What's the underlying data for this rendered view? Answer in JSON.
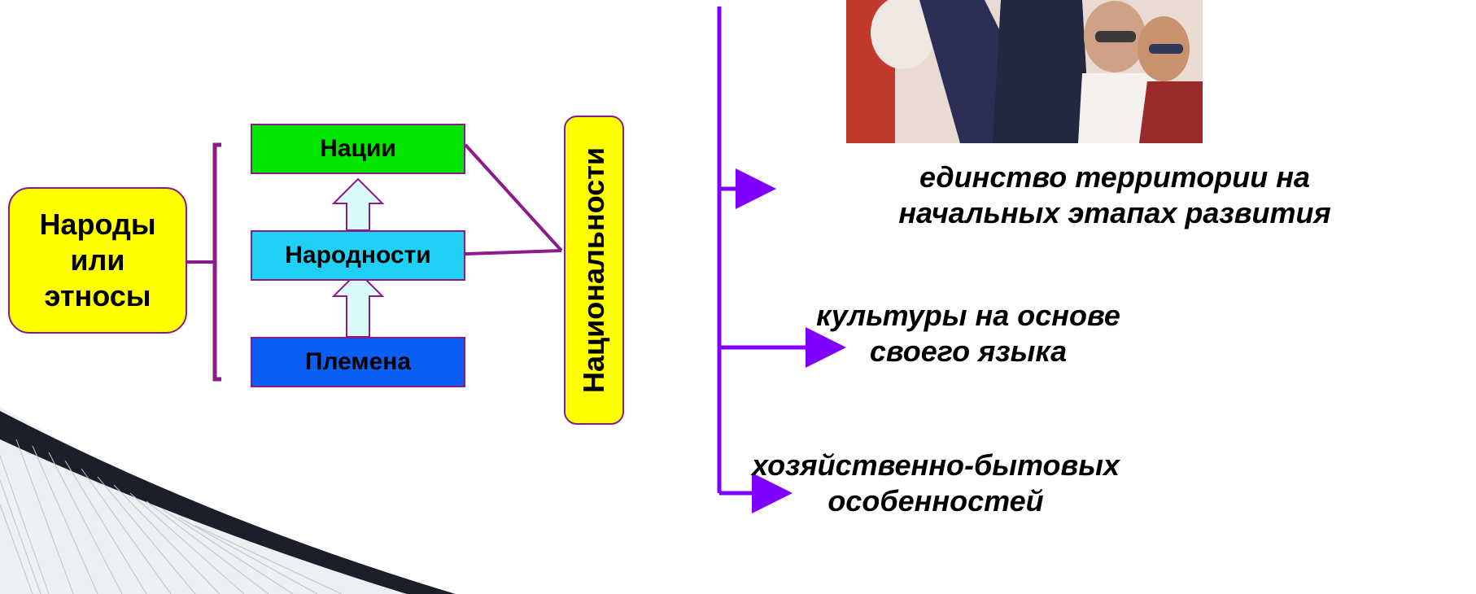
{
  "diagram": {
    "left_box": {
      "line1": "Народы",
      "line2": "или",
      "line3": "этносы"
    },
    "stages": {
      "top": "Нации",
      "middle": "Народности",
      "bottom": "Племена"
    },
    "vertical_label": "Национальности",
    "features": {
      "f1_line1": "единство территории на",
      "f1_line2": "начальных этапах развития",
      "f2_line1": "культуры на основе",
      "f2_line2": "своего языка",
      "f3_line1": "хозяйственно-бытовых",
      "f3_line2": "особенностей"
    }
  },
  "colors": {
    "connector": "#8b1a8b",
    "arrow": "#7f00ff",
    "nations": "#00e600",
    "narodnosti": "#1fd2f5",
    "tribes": "#0a5ff5",
    "highlight": "#ffff00",
    "up_arrow_fill": "#d9fafa"
  }
}
